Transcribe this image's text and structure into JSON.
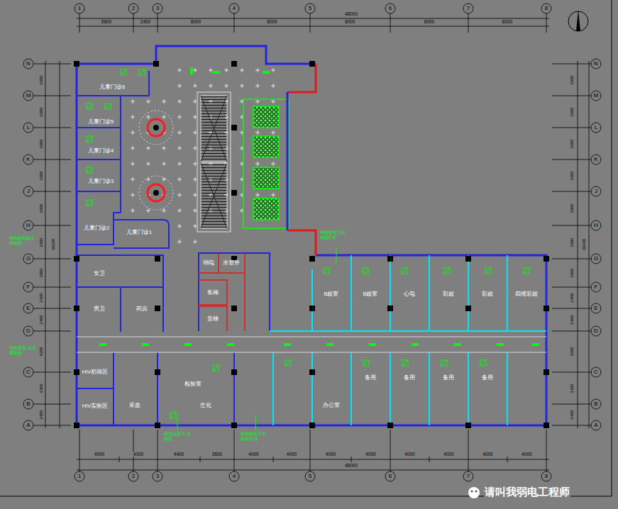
{
  "diagram": {
    "nodes": [
      {
        "text": [
          "儿童门诊6"
        ]
      },
      {
        "text": [
          "儿童门诊5"
        ]
      },
      {
        "text": [
          "儿童门诊4"
        ]
      },
      {
        "text": [
          "儿童门诊3"
        ]
      },
      {
        "text": [
          "儿童门诊2"
        ]
      },
      {
        "text": [
          "儿童门诊1"
        ]
      },
      {
        "text": [
          "女卫"
        ]
      },
      {
        "text": [
          "男卫"
        ]
      },
      {
        "text": [
          "药房"
        ]
      },
      {
        "text": [
          "弱电"
        ]
      },
      {
        "text": [
          "水管井"
        ]
      },
      {
        "text": [
          "客梯"
        ]
      },
      {
        "text": [
          "货梯"
        ]
      },
      {
        "text": [
          "B超室"
        ]
      },
      {
        "text": [
          "B超室"
        ]
      },
      {
        "text": [
          "心电"
        ]
      },
      {
        "text": [
          "彩超"
        ]
      },
      {
        "text": [
          "彩超"
        ]
      },
      {
        "text": [
          "四维彩超"
        ]
      },
      {
        "text": [
          "HIV初筛区"
        ]
      },
      {
        "text": [
          "HIV实验区"
        ]
      },
      {
        "text": [
          "检验室"
        ]
      },
      {
        "text": [
          "采血"
        ]
      },
      {
        "text": [
          "生化"
        ]
      },
      {
        "text": [
          "备用"
        ]
      },
      {
        "text": [
          "备用"
        ]
      },
      {
        "text": [
          "备用"
        ]
      },
      {
        "text": [
          "备用"
        ]
      },
      {
        "text": [
          "办公室"
        ]
      }
    ],
    "labels": [
      "1",
      "2",
      "3",
      "4",
      "5",
      "6",
      "7",
      "8",
      "5600",
      "2400",
      "8000",
      "8000",
      "8000",
      "8000",
      "8000",
      "48000",
      "1",
      "2",
      "3",
      "4",
      "5",
      "6",
      "7",
      "8",
      "4000",
      "4000",
      "4400",
      "3600",
      "4000",
      "4000",
      "4000",
      "4000",
      "4000",
      "4000",
      "4000",
      "4000",
      "48000",
      "N",
      "M",
      "L",
      "K",
      "J",
      "H",
      "G",
      "F",
      "E",
      "D",
      "C",
      "B",
      "A",
      "N",
      "M",
      "L",
      "K",
      "J",
      "H",
      "G",
      "F",
      "E",
      "D",
      "C",
      "B",
      "A",
      "3600",
      "3600",
      "3600",
      "3600",
      "3600",
      "3600",
      "3000",
      "2400",
      "2400",
      "4200",
      "3300",
      "2400",
      "3600",
      "3600",
      "3600",
      "3600",
      "3600",
      "3600",
      "3000",
      "2400",
      "2400",
      "4200",
      "3300",
      "2400",
      "39300",
      "39300",
      "弱电桥架接入 弱电间",
      "弱电桥架 沿走廊敷设",
      "信息点接入 交换机",
      "弱电桥架引至 检验区域",
      "弱电桥架引至 B超区域",
      "请叫我弱电工程师"
    ]
  }
}
